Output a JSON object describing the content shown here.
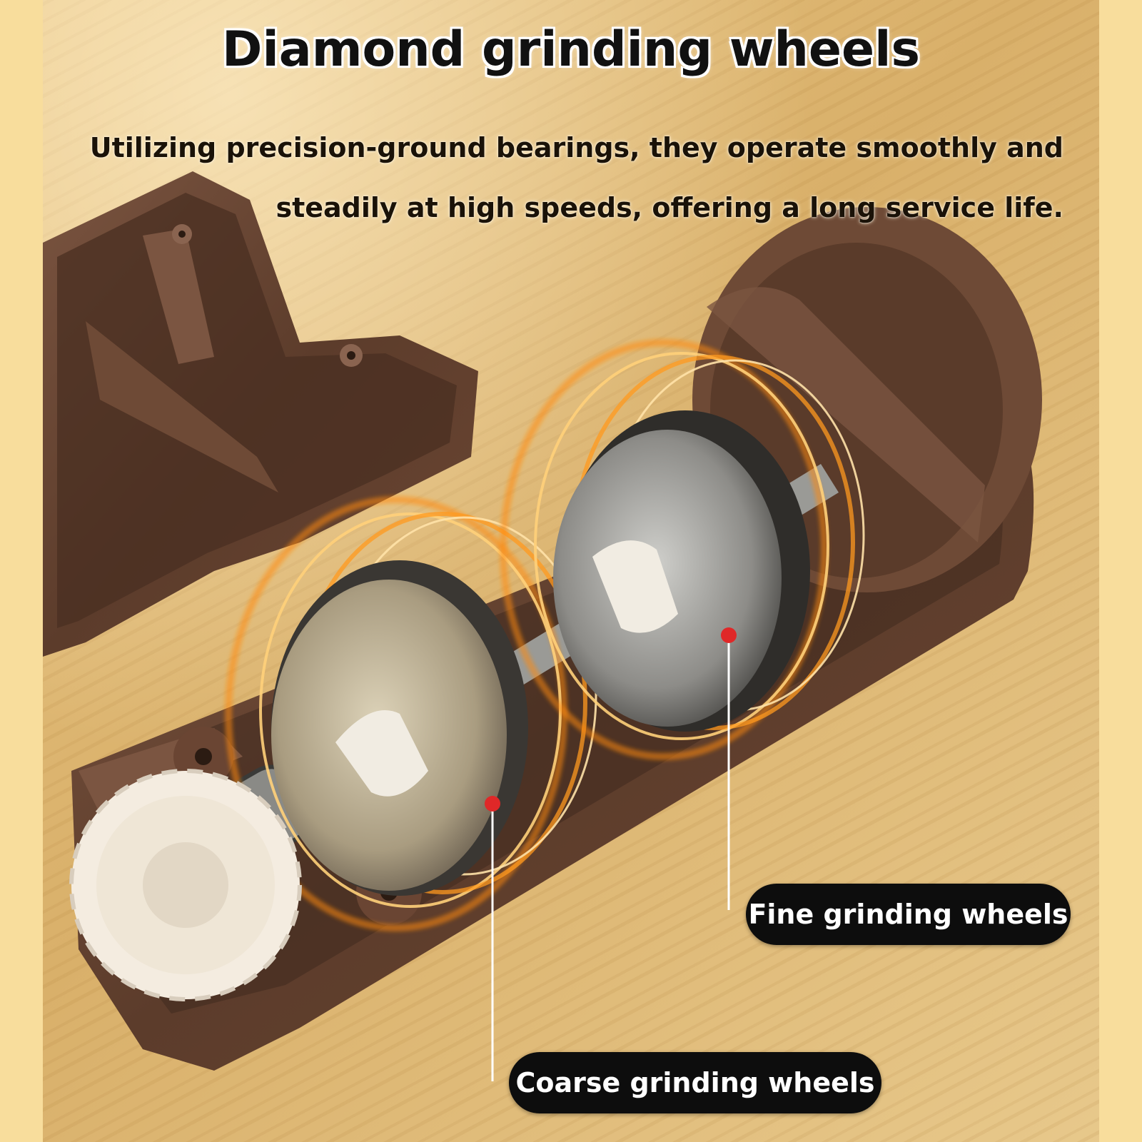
{
  "title": "Diamond grinding wheels",
  "description": {
    "line1": "Utilizing precision-ground bearings, they operate smoothly and",
    "line2": "steadily at high speeds, offering a long service life."
  },
  "labels": {
    "fine": "Fine grinding wheels",
    "coarse": "Coarse grinding wheels"
  },
  "colors": {
    "housing": "#6e4a36",
    "wood": "#ddb672",
    "frame": "#f8dd9c",
    "glow": "#ff9a1f",
    "pointer": "#e02828"
  }
}
